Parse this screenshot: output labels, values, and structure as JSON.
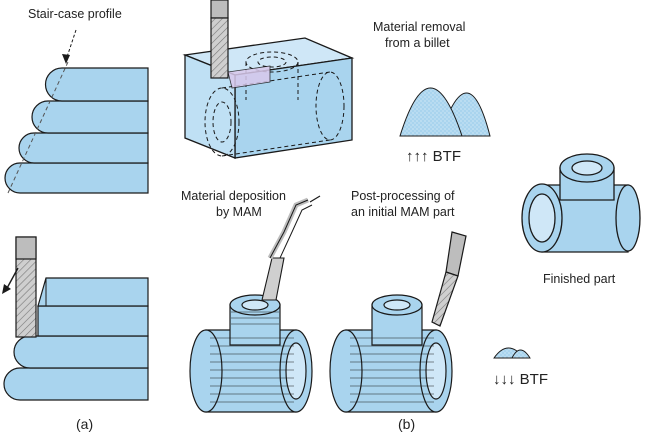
{
  "labels": {
    "staircase": "Stair-case profile",
    "removal_line1": "Material removal",
    "removal_line2": "from a billet",
    "btf_up": "↑↑↑ BTF",
    "deposition_line1": "Material deposition",
    "deposition_line2": "by MAM",
    "post_line1": "Post-processing of",
    "post_line2": "an initial MAM part",
    "finished": "Finished part",
    "btf_down": "↓↓↓ BTF",
    "panel_a": "(a)",
    "panel_b": "(b)"
  },
  "colors": {
    "part_fill": "#a9d4ee",
    "part_light": "#cfe7f7",
    "outline": "#1a1a1a",
    "tool_fill": "#cfcfcf"
  }
}
